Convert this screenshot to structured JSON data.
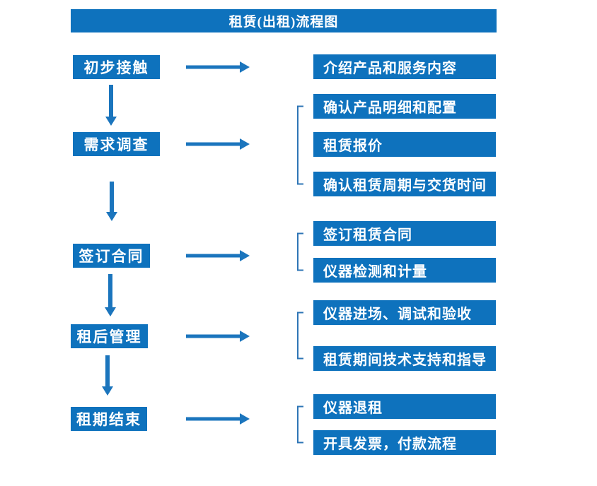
{
  "title": "租赁(出租)流程图",
  "colors": {
    "box_fill": "#0E72BD",
    "arrow": "#1B75BD",
    "bracket": "#2E75B6",
    "text": "#FFFFFF",
    "background": "#FFFFFF"
  },
  "left_steps": [
    {
      "label": "初步接触"
    },
    {
      "label": "需求调查"
    },
    {
      "label": "签订合同"
    },
    {
      "label": "租后管理"
    },
    {
      "label": "租期结束"
    }
  ],
  "right_details": [
    {
      "label": "介绍产品和服务内容"
    },
    {
      "label": "确认产品明细和配置"
    },
    {
      "label": "租赁报价"
    },
    {
      "label": "确认租赁周期与交货时间"
    },
    {
      "label": "签订租赁合同"
    },
    {
      "label": "仪器检测和计量"
    },
    {
      "label": "仪器进场、调试和验收"
    },
    {
      "label": "租赁期间技术支持和指导"
    },
    {
      "label": "仪器退租"
    },
    {
      "label": "开具发票，付款流程"
    }
  ]
}
